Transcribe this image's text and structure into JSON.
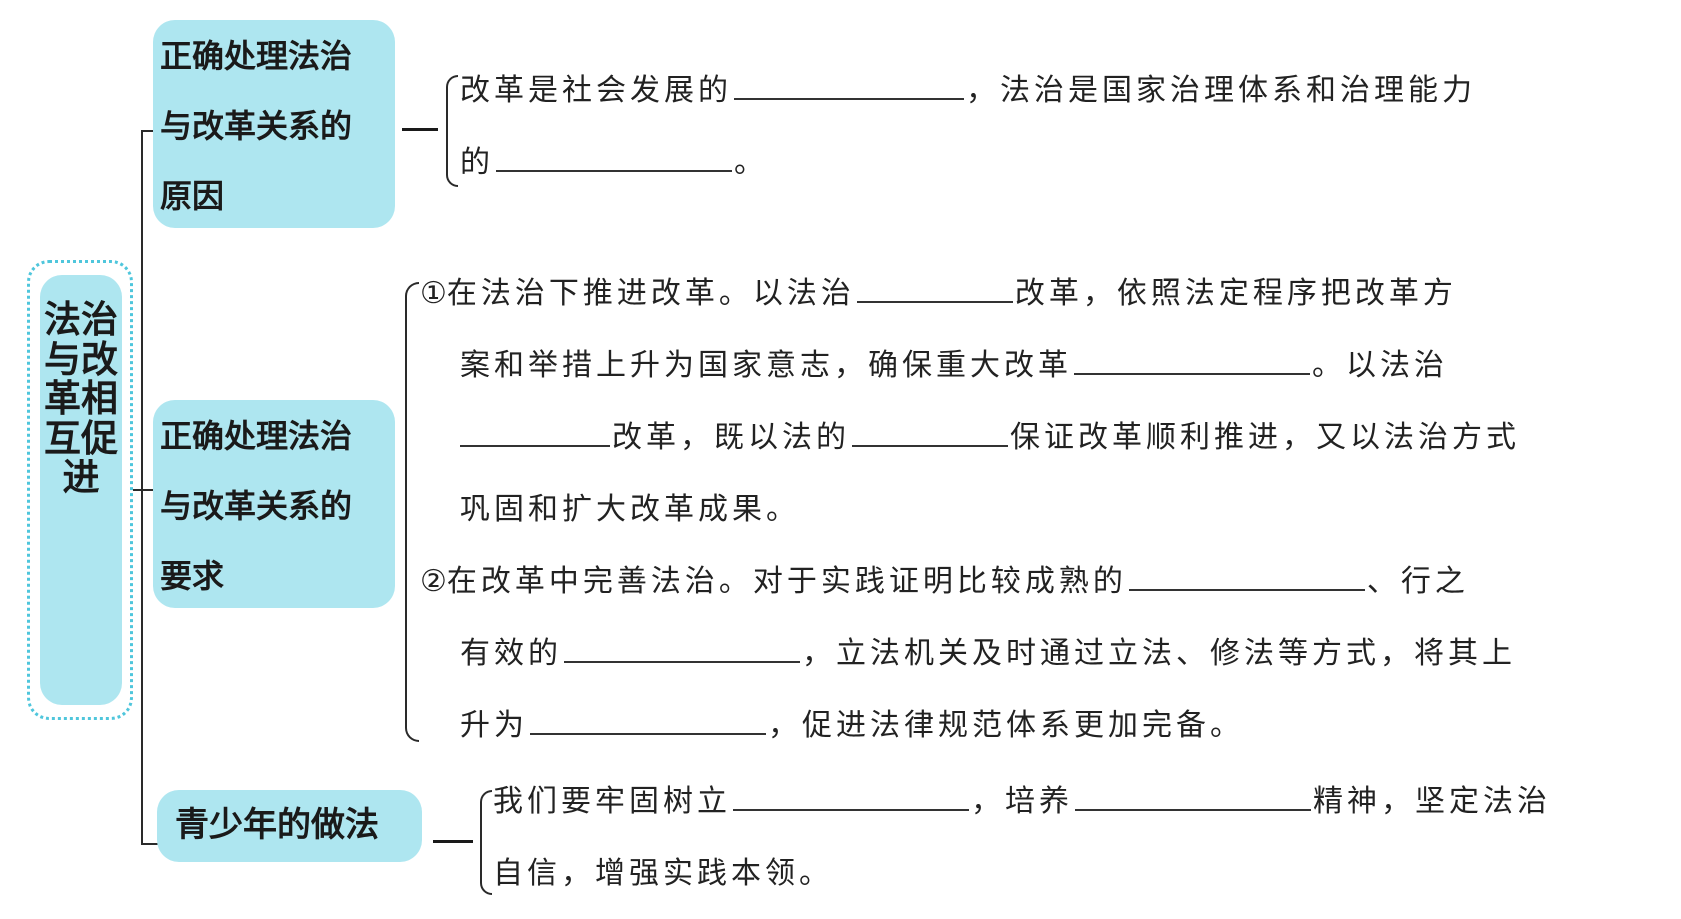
{
  "root": {
    "title": "法治与改革相互促进"
  },
  "branches": [
    {
      "label_lines": [
        "正确处理法治",
        "与改革关系的",
        "原因"
      ],
      "content": {
        "line1_a": "改革是社会发展的",
        "line1_b": "，法治是国家治理体系和治理能力",
        "line2_a": "的",
        "line2_b": "。"
      }
    },
    {
      "label_lines": [
        "正确处理法治",
        "与改革关系的",
        "要求"
      ],
      "content": {
        "item1_num": "①",
        "item1_l1_a": "在法治下推进改革。以法治",
        "item1_l1_b": "改革，依照法定程序把改革方",
        "item1_l2_a": "案和举措上升为国家意志，确保重大改革",
        "item1_l2_b": "。以法治",
        "item1_l3_a": "改革，既以法的",
        "item1_l3_b": "保证改革顺利推进，又以法治方式",
        "item1_l4": "巩固和扩大改革成果。",
        "item2_num": "②",
        "item2_l1_a": "在改革中完善法治。对于实践证明比较成熟的",
        "item2_l1_b": "、行之",
        "item2_l2_a": "有效的",
        "item2_l2_b": "，立法机关及时通过立法、修法等方式，将其上",
        "item2_l3_a": "升为",
        "item2_l3_b": "，促进法律规范体系更加完备。"
      }
    },
    {
      "label": "青少年的做法",
      "content": {
        "line1_a": "我们要牢固树立",
        "line1_b": "，培养",
        "line1_c": "精神，坚定法治",
        "line2": "自信，增强实践本领。"
      }
    }
  ]
}
